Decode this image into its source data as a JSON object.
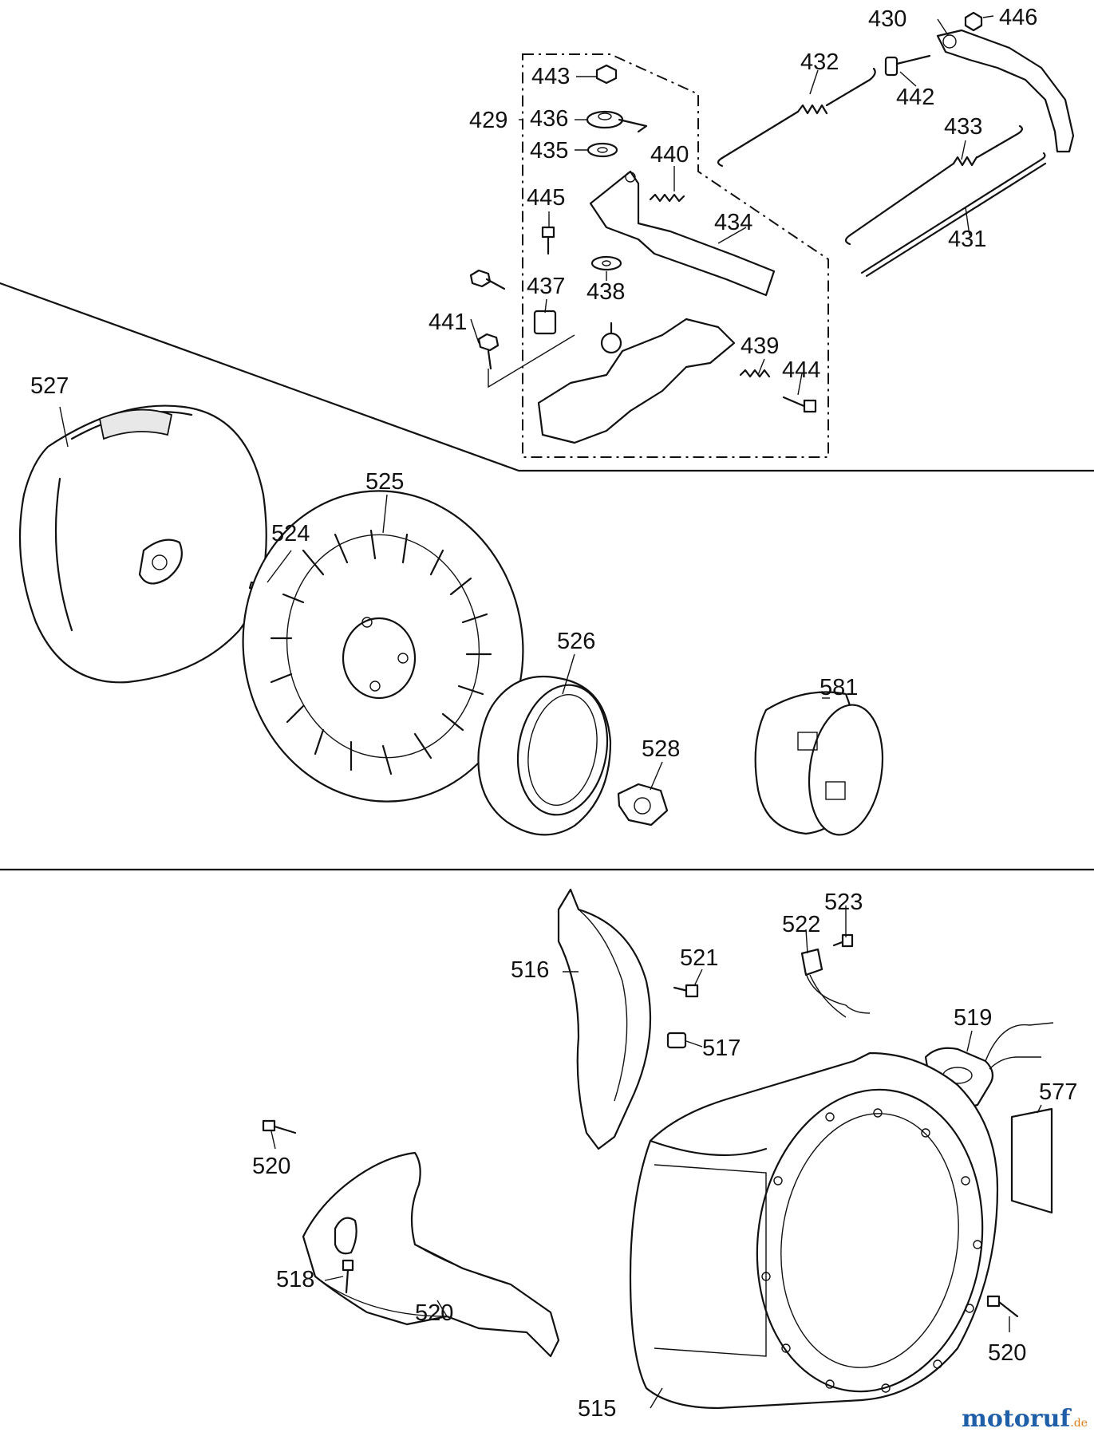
{
  "diagram": {
    "callouts": [
      {
        "id": "430",
        "text": "430"
      },
      {
        "id": "446",
        "text": "446"
      },
      {
        "id": "432",
        "text": "432"
      },
      {
        "id": "442",
        "text": "442"
      },
      {
        "id": "443",
        "text": "443"
      },
      {
        "id": "429",
        "text": "429"
      },
      {
        "id": "436",
        "text": "436"
      },
      {
        "id": "435",
        "text": "435"
      },
      {
        "id": "440",
        "text": "440"
      },
      {
        "id": "433",
        "text": "433"
      },
      {
        "id": "431",
        "text": "431"
      },
      {
        "id": "445",
        "text": "445"
      },
      {
        "id": "434",
        "text": "434"
      },
      {
        "id": "437",
        "text": "437"
      },
      {
        "id": "438",
        "text": "438"
      },
      {
        "id": "441",
        "text": "441"
      },
      {
        "id": "439",
        "text": "439"
      },
      {
        "id": "444",
        "text": "444"
      },
      {
        "id": "527",
        "text": "527"
      },
      {
        "id": "525",
        "text": "525"
      },
      {
        "id": "524",
        "text": "524"
      },
      {
        "id": "526",
        "text": "526"
      },
      {
        "id": "581",
        "text": "581"
      },
      {
        "id": "528",
        "text": "528"
      },
      {
        "id": "523",
        "text": "523"
      },
      {
        "id": "522",
        "text": "522"
      },
      {
        "id": "521",
        "text": "521"
      },
      {
        "id": "516",
        "text": "516"
      },
      {
        "id": "519",
        "text": "519"
      },
      {
        "id": "517",
        "text": "517"
      },
      {
        "id": "577",
        "text": "577"
      },
      {
        "id": "520a",
        "text": "520"
      },
      {
        "id": "520b",
        "text": "520"
      },
      {
        "id": "518",
        "text": "518"
      },
      {
        "id": "520c",
        "text": "520"
      },
      {
        "id": "515",
        "text": "515"
      }
    ]
  },
  "watermark": {
    "text": "motoruf",
    "suffix": ".de",
    "colors": {
      "primary": "#1f5fa8",
      "accent": "#e07b1a"
    }
  }
}
